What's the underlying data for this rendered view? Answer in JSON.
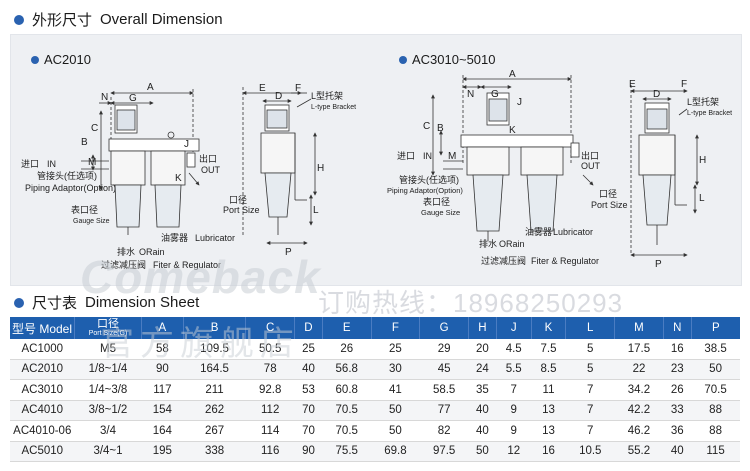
{
  "overall": {
    "title_cn": "外形尺寸",
    "title_en": "Overall Dimension"
  },
  "ac2010": {
    "label": "AC2010",
    "dims": [
      "N",
      "G",
      "A",
      "M",
      "J",
      "C",
      "B",
      "K",
      "E",
      "D",
      "F",
      "H",
      "L",
      "P"
    ],
    "in_cn": "进口",
    "in_en": "IN",
    "adaptor_cn": "管接头(任选项)",
    "adaptor_en": "Piping Adaptor(Option)",
    "gauge_cn": "表口径",
    "gauge_en": "Gauge Size",
    "lub_cn": "油雾器",
    "lub_en": "Lubricator",
    "drain_cn": "排水",
    "drain_en": "ORain",
    "filter_cn": "过滤减压阀",
    "filter_en": "Fiter & Regulator",
    "bracket_cn": "L型托架",
    "bracket_en": "L-type Bracket",
    "out_cn": "出口",
    "out_en": "OUT",
    "port_cn": "口径",
    "port_en": "Port Size"
  },
  "ac3010": {
    "label": "AC3010~5010",
    "dims": [
      "A",
      "N",
      "G",
      "J",
      "C",
      "B",
      "K",
      "M",
      "E",
      "D",
      "F",
      "H",
      "L",
      "P"
    ],
    "in_cn": "进口",
    "in_en": "IN",
    "adaptor_cn": "管接头(任选项)",
    "adaptor_en": "Piping Adaptor(Option)",
    "gauge_cn": "表口径",
    "gauge_en": "Gauge Size",
    "lub_cn": "油雾器",
    "lub_en": "Lubricator",
    "drain_cn": "排水",
    "drain_en": "ORain",
    "filter_cn": "过滤减压阀",
    "filter_en": "Fiter & Regulator",
    "out_cn": "出口",
    "out_en": "OUT",
    "bracket_cn": "L型托架",
    "bracket_en": "L-type Bracket",
    "port_cn": "口径",
    "port_en": "Port Size"
  },
  "watermark": {
    "brand": "Comeback",
    "order": "订购热线：",
    "phone": "18968250293",
    "shop": "官方旗舰店"
  },
  "sheet": {
    "title_cn": "尺寸表",
    "title_en": "Dimension Sheet",
    "model_header": "型号 Model",
    "port_header_cn": "口径",
    "port_header_en": "Port Size(G)",
    "columns": [
      "A",
      "B",
      "C",
      "D",
      "E",
      "F",
      "G",
      "H",
      "J",
      "K",
      "L",
      "M",
      "N",
      "P"
    ],
    "rows": [
      {
        "model": "AC1000",
        "port": "M5",
        "vals": [
          "58",
          "109.5",
          "50.5",
          "25",
          "26",
          "25",
          "29",
          "20",
          "4.5",
          "7.5",
          "5",
          "17.5",
          "16",
          "38.5"
        ]
      },
      {
        "model": "AC2010",
        "port": "1/8~1/4",
        "vals": [
          "90",
          "164.5",
          "78",
          "40",
          "56.8",
          "30",
          "45",
          "24",
          "5.5",
          "8.5",
          "5",
          "22",
          "23",
          "50"
        ]
      },
      {
        "model": "AC3010",
        "port": "1/4~3/8",
        "vals": [
          "117",
          "211",
          "92.8",
          "53",
          "60.8",
          "41",
          "58.5",
          "35",
          "7",
          "11",
          "7",
          "34.2",
          "26",
          "70.5"
        ]
      },
      {
        "model": "AC4010",
        "port": "3/8~1/2",
        "vals": [
          "154",
          "262",
          "112",
          "70",
          "70.5",
          "50",
          "77",
          "40",
          "9",
          "13",
          "7",
          "42.2",
          "33",
          "88"
        ]
      },
      {
        "model": "AC4010-06",
        "port": "3/4",
        "vals": [
          "164",
          "267",
          "114",
          "70",
          "70.5",
          "50",
          "82",
          "40",
          "9",
          "13",
          "7",
          "46.2",
          "36",
          "88"
        ]
      },
      {
        "model": "AC5010",
        "port": "3/4~1",
        "vals": [
          "195",
          "338",
          "116",
          "90",
          "75.5",
          "69.8",
          "97.5",
          "50",
          "12",
          "16",
          "10.5",
          "55.2",
          "40",
          "115"
        ]
      }
    ]
  }
}
